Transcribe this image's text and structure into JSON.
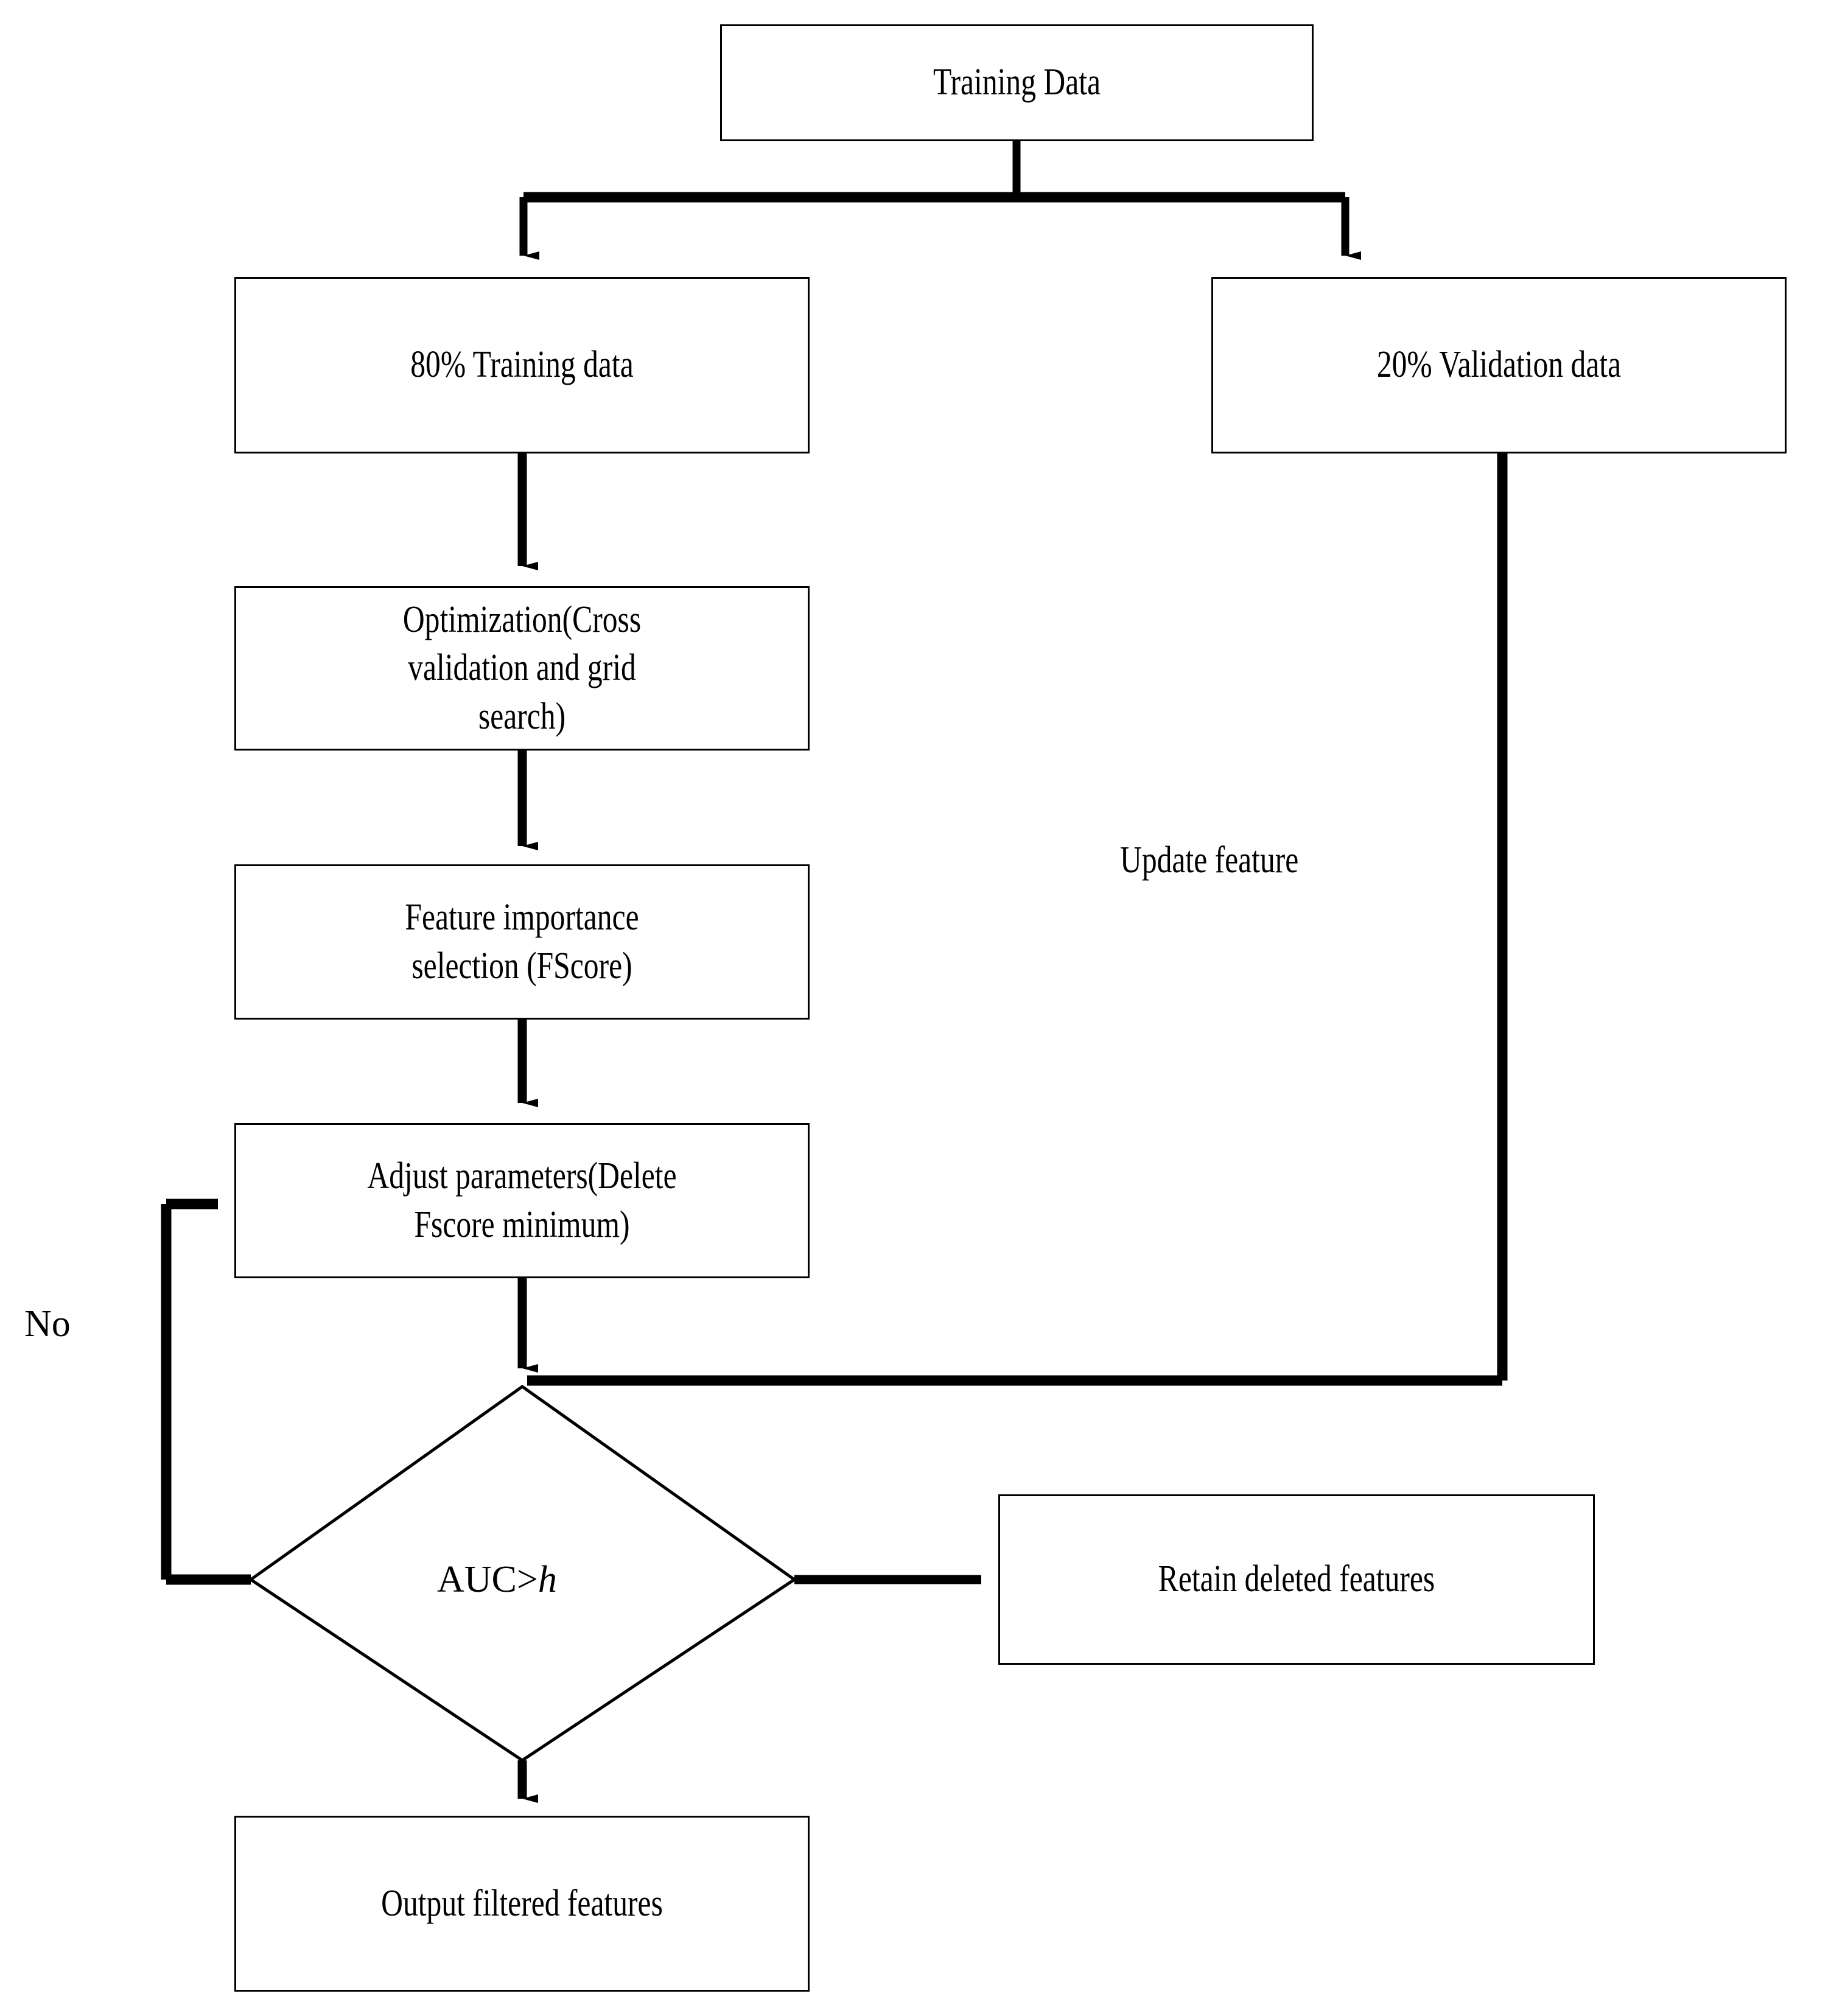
{
  "diagram": {
    "title": "Feature selection workflow flowchart",
    "background_color": "#ffffff",
    "line_color": "#000000",
    "box_border_color": "#000000",
    "box_fill_color": "#ffffff"
  },
  "nodes": {
    "training_data": {
      "label": "Training Data",
      "shape": "rectangle"
    },
    "train_split": {
      "label": "80% Training data",
      "shape": "rectangle"
    },
    "validation_split": {
      "label": "20% Validation data",
      "shape": "rectangle"
    },
    "optimization": {
      "label": "Optimization(Cross\nvalidation and grid\nsearch)",
      "shape": "rectangle"
    },
    "feature_importance": {
      "label": "Feature importance\nselection (FScore)",
      "shape": "rectangle"
    },
    "adjust_parameters": {
      "label": "Adjust parameters(Delete\nFscore minimum)",
      "shape": "rectangle"
    },
    "decision": {
      "label_prefix": "AUC>",
      "label_italic": "h",
      "shape": "diamond"
    },
    "retain_deleted": {
      "label": "Retain deleted features",
      "shape": "rectangle"
    },
    "output_filtered": {
      "label": "Output filtered features",
      "shape": "rectangle"
    }
  },
  "edge_labels": {
    "update_feature": "Update feature",
    "no_branch": "No"
  }
}
